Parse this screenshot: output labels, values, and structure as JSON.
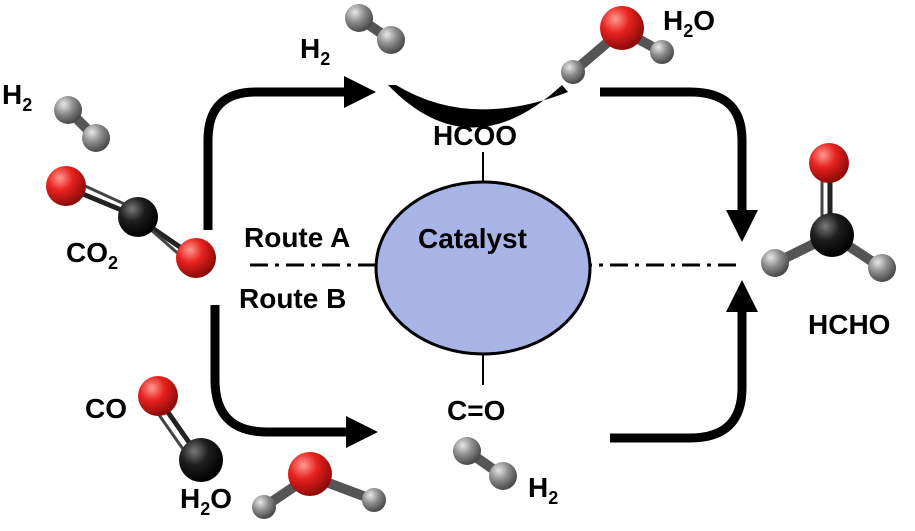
{
  "labels": {
    "h2_left": "H",
    "h2_left_sub": "2",
    "co2": "CO",
    "co2_sub": "2",
    "h2_top": "H",
    "h2_top_sub": "2",
    "h2o_top": "H",
    "h2o_top_sub": "2",
    "h2o_top_tail": "O",
    "hcoo": "HCOO",
    "catalyst": "Catalyst",
    "route_a": "Route A",
    "route_b": "Route B",
    "co_bottom": "C=O",
    "h2_bottom": "H",
    "h2_bottom_sub": "2",
    "co_left": "CO",
    "h2o_bottom": "H",
    "h2o_bottom_sub": "2",
    "h2o_bottom_tail": "O",
    "hcho": "HCHO"
  },
  "colors": {
    "catalyst_fill": "#a9b4e6",
    "oxygen": "#e8221f",
    "carbon": "#1a1a1a",
    "hydrogen": "#8a8a8a",
    "arrow": "#000000"
  }
}
